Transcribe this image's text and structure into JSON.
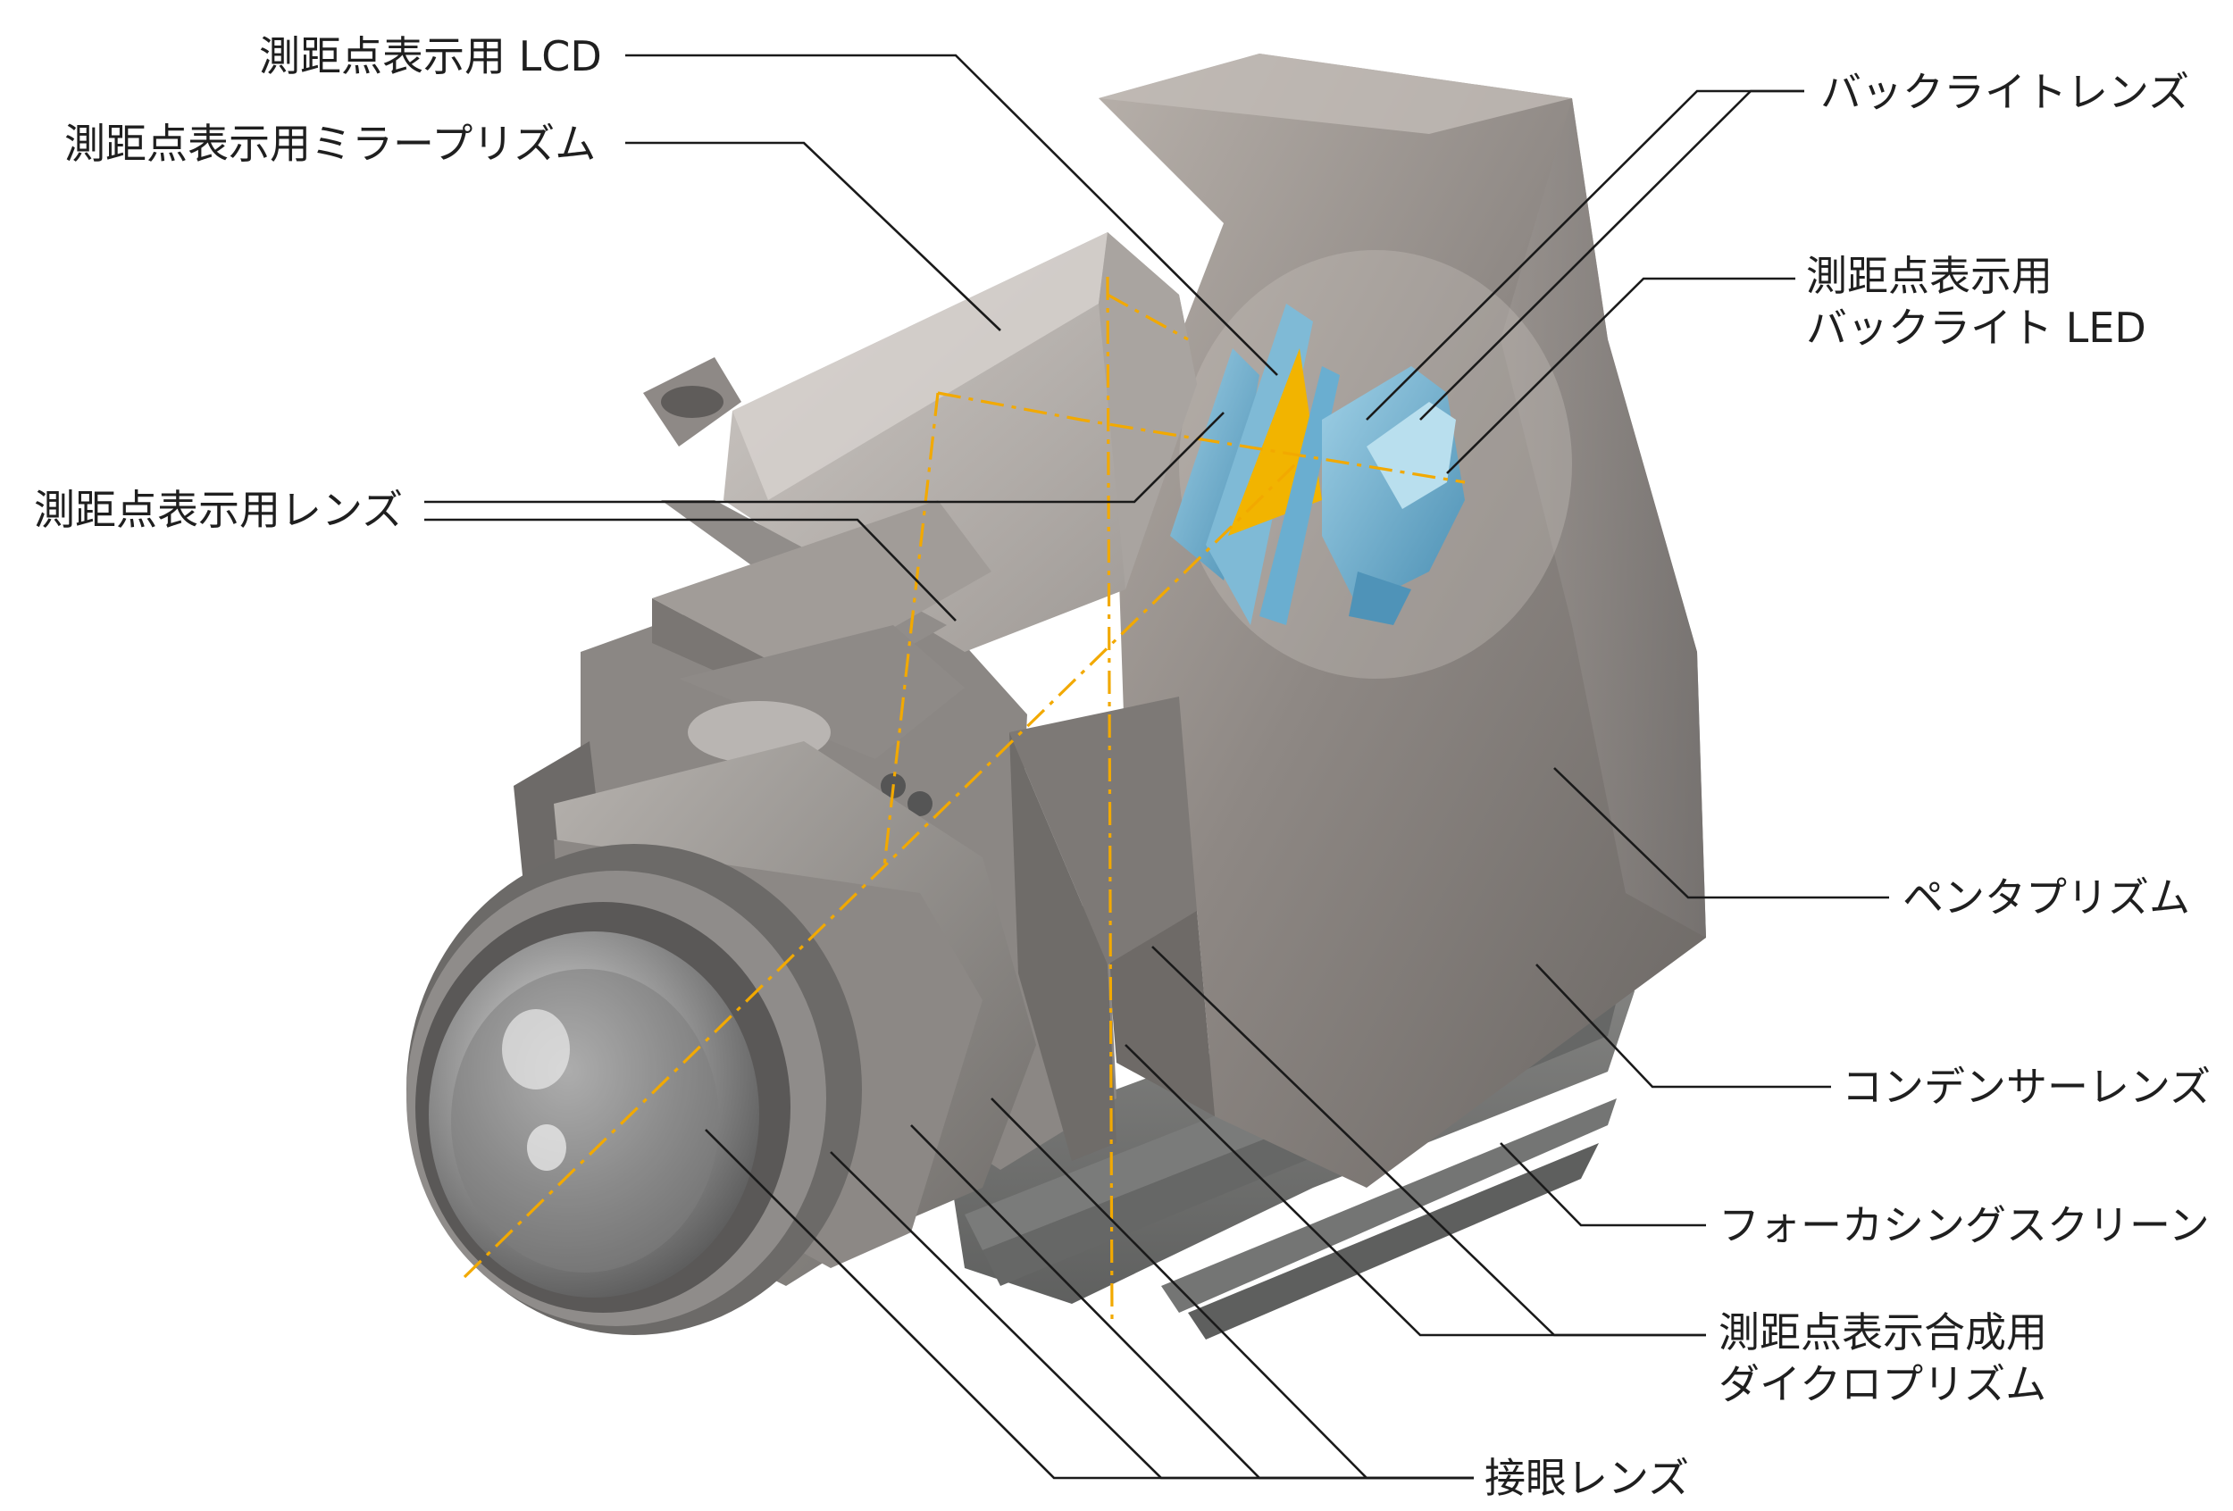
{
  "labels": {
    "lcd": "測距点表示用 LCD",
    "mirror_prism": "測距点表示用ミラープリズム",
    "af_lens": "測距点表示用レンズ",
    "backlight_lens": "バックライトレンズ",
    "backlight_led_line1": "測距点表示用",
    "backlight_led_line2": "バックライト LED",
    "pentaprism": "ペンタプリズム",
    "condenser": "コンデンサーレンズ",
    "focusing_screen": "フォーカシングスクリーン",
    "dichroic_line1": "測距点表示合成用",
    "dichroic_line2": "ダイクロプリズム",
    "eyepiece": "接眼レンズ"
  },
  "colors": {
    "leader_lines": "#1a1a1a",
    "optical_axis": "#f2a900",
    "housing": "#7f7b78",
    "lcd_parts": "#6fb1d1",
    "lcd_panel": "#f2b400"
  }
}
